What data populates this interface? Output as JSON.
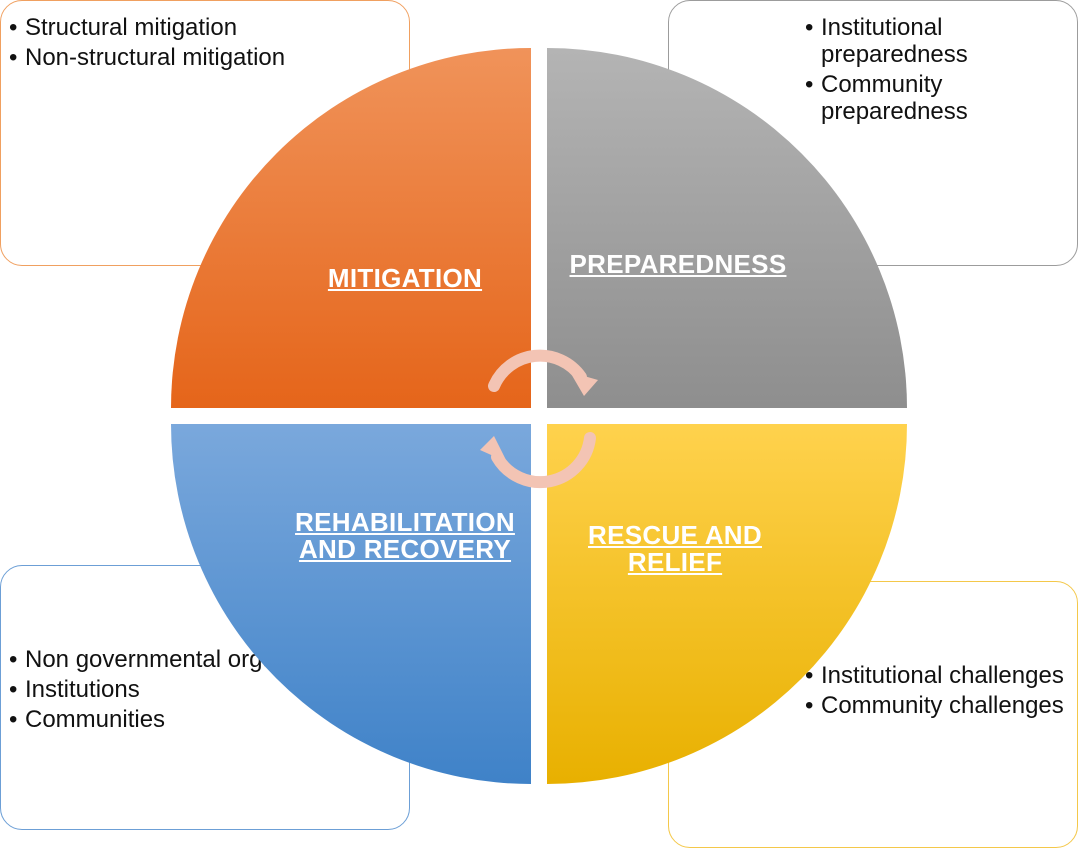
{
  "quadrants": {
    "mitigation": {
      "label": "MITIGATION",
      "colors": [
        "#f0935a",
        "#e5651a"
      ],
      "bullets": [
        "Structural mitigation",
        "Non-structural mitigation"
      ],
      "border_color": "#f0a060"
    },
    "preparedness": {
      "label": "PREPAREDNESS",
      "colors": [
        "#b4b4b4",
        "#8e8e8e"
      ],
      "bullets": [
        "Institutional preparedness",
        "Community preparedness"
      ],
      "border_color": "#9c9c9c"
    },
    "rehabilitation": {
      "label": "REHABILITATION AND RECOVERY",
      "colors": [
        "#7aa8dc",
        "#3f82c8"
      ],
      "bullets": [
        "Non governmental organizations",
        "Institutions",
        "Communities"
      ],
      "border_color": "#6c9fd6"
    },
    "rescue": {
      "label": "RESCUE AND RELIEF",
      "colors": [
        "#ffd24d",
        "#e8b000"
      ],
      "bullets": [
        "Institutional challenges",
        " Community challenges"
      ],
      "border_color": "#f4c84a"
    }
  },
  "cycle_arrows": {
    "color": "#f3c4b4",
    "icon": "circular-arrows-icon"
  }
}
